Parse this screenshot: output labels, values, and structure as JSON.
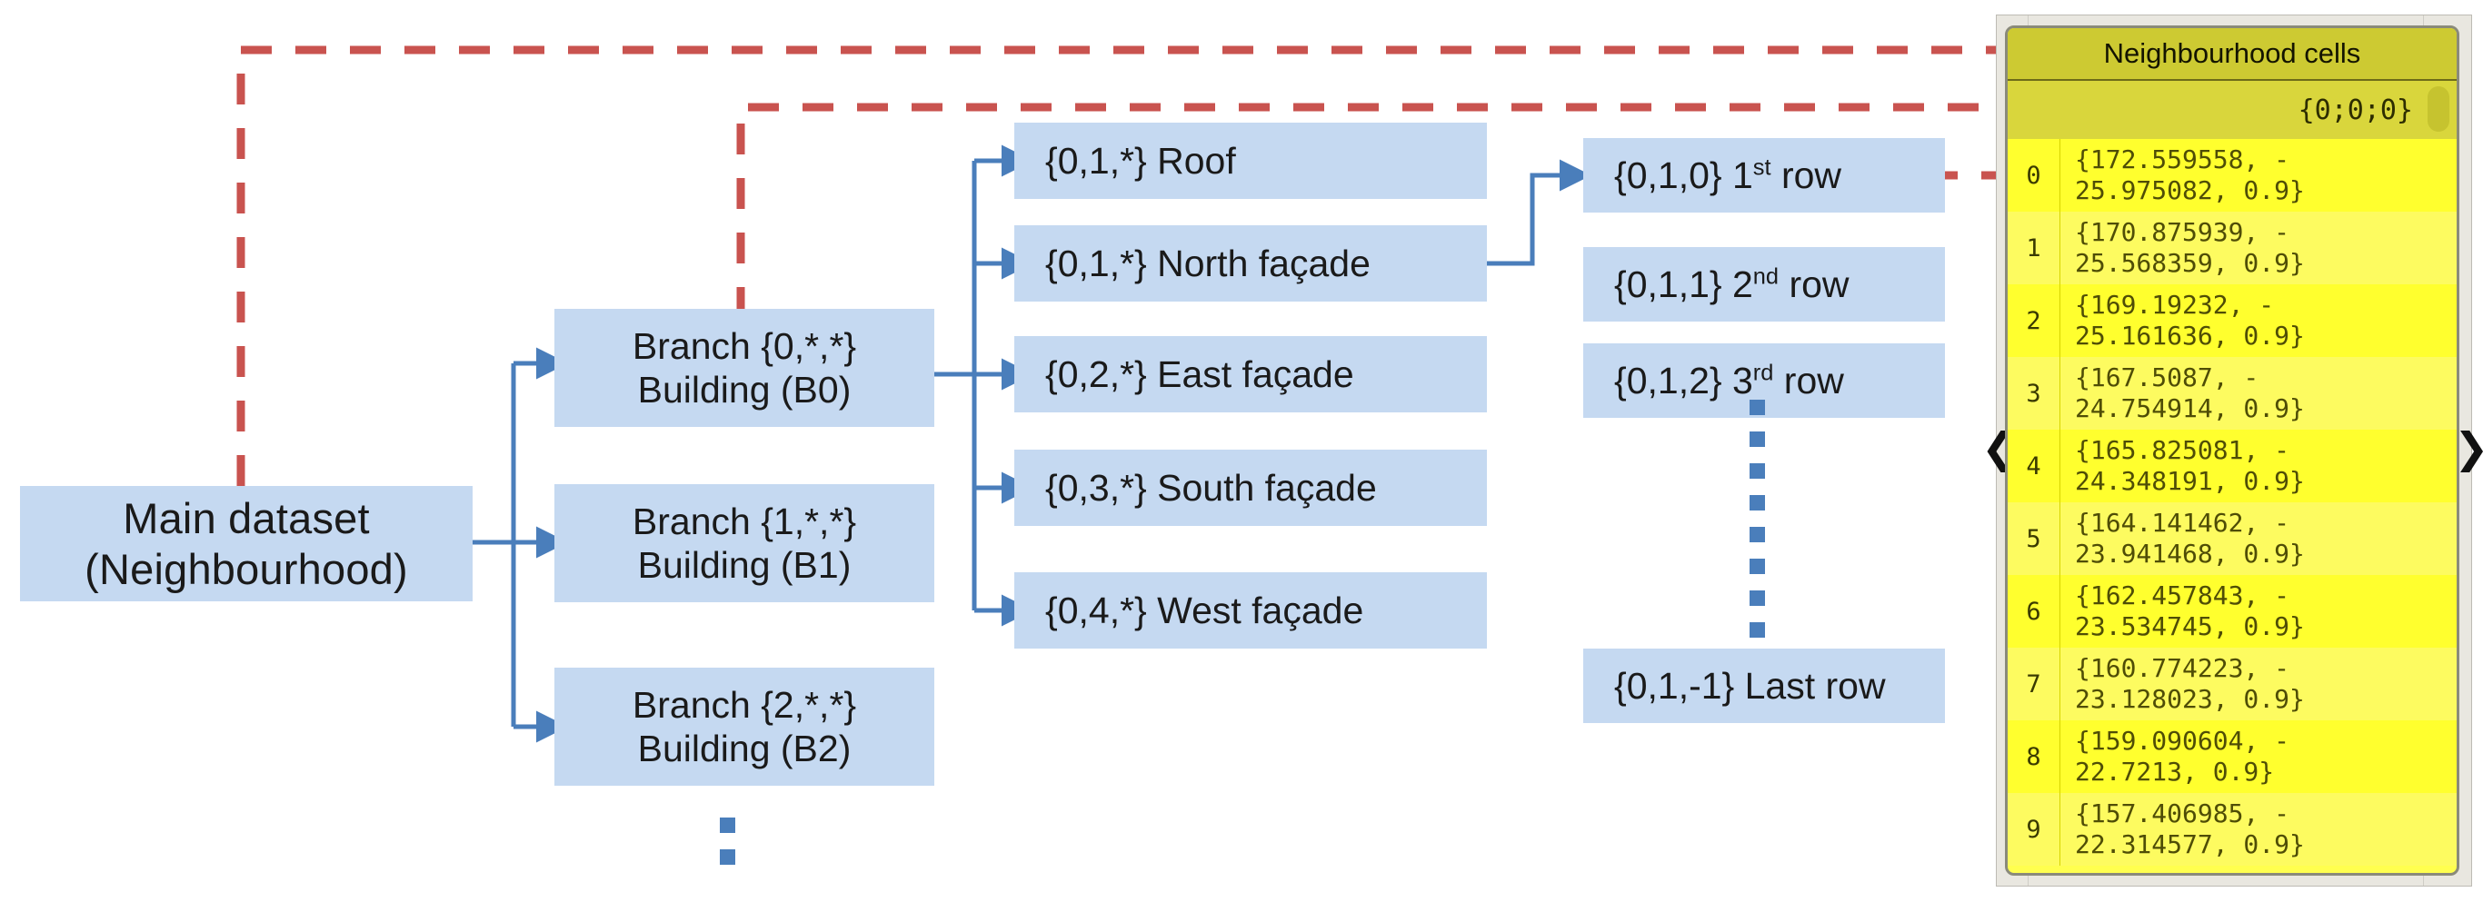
{
  "diagram": {
    "root": {
      "line1": "Main dataset",
      "line2": "(Neighbourhood)"
    },
    "branches": [
      {
        "line1": "Branch {0,*,*}",
        "line2": "Building (B0)"
      },
      {
        "line1": "Branch {1,*,*}",
        "line2": "Building (B1)"
      },
      {
        "line1": "Branch {2,*,*}",
        "line2": "Building (B2)"
      }
    ],
    "parts": [
      {
        "label": "{0,1,*}  Roof"
      },
      {
        "label": "{0,1,*} North façade"
      },
      {
        "label": "{0,2,*} East façade"
      },
      {
        "label": "{0,3,*} South façade"
      },
      {
        "label": "{0,4,*} West façade"
      }
    ],
    "rows": [
      {
        "index": "{0,1,0}",
        "ord": "1",
        "sup": "st",
        "tail": "row"
      },
      {
        "index": "{0,1,1}",
        "ord": "2",
        "sup": "nd",
        "tail": "row"
      },
      {
        "index": "{0,1,2}",
        "ord": "3",
        "sup": "rd",
        "tail": "row"
      }
    ],
    "last_row": {
      "label": "{0,1,-1} Last row"
    },
    "colors": {
      "node_fill": "#c5d9f1",
      "connector_blue": "#4a7ebb",
      "highlight_red": "#c9534f"
    }
  },
  "panel": {
    "title": "Neighbourhood cells",
    "path": "{0;0;0}",
    "left_caret": "❮",
    "right_caret": "❯",
    "items": [
      {
        "index": "0",
        "value": "{172.559558, -\n25.975082, 0.9}"
      },
      {
        "index": "1",
        "value": "{170.875939, -\n25.568359, 0.9}"
      },
      {
        "index": "2",
        "value": "{169.19232, -\n25.161636, 0.9}"
      },
      {
        "index": "3",
        "value": "{167.5087, -\n24.754914, 0.9}"
      },
      {
        "index": "4",
        "value": "{165.825081, -\n24.348191, 0.9}"
      },
      {
        "index": "5",
        "value": "{164.141462, -\n23.941468, 0.9}"
      },
      {
        "index": "6",
        "value": "{162.457843, -\n23.534745, 0.9}"
      },
      {
        "index": "7",
        "value": "{160.774223, -\n23.128023, 0.9}"
      },
      {
        "index": "8",
        "value": "{159.090604, -\n22.7213, 0.9}"
      },
      {
        "index": "9",
        "value": "{157.406985, -\n22.314577, 0.9}"
      }
    ]
  }
}
